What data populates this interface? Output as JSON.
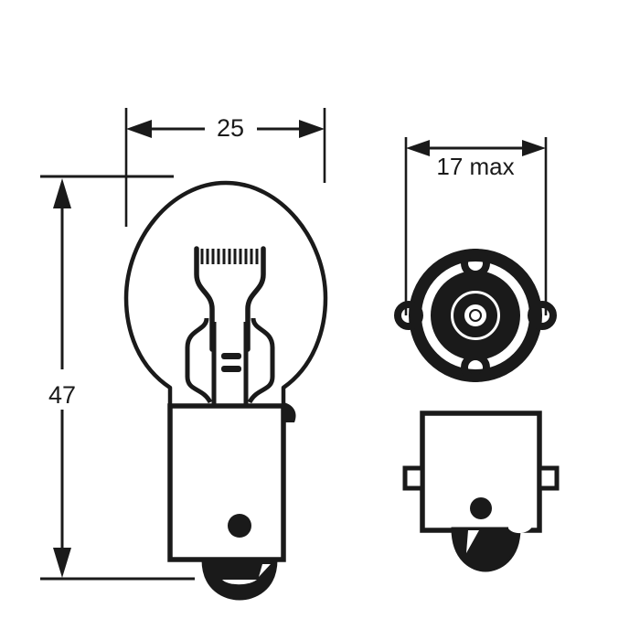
{
  "drawing": {
    "title": "Bayonet cap lamp technical dimension drawing",
    "background_color": "#ffffff",
    "line_color": "#1a1a1a",
    "units": "mm",
    "views": [
      {
        "name": "front-elevation",
        "description": "Lamp front view with glass envelope, filament and bayonet cap"
      },
      {
        "name": "base-end-view",
        "description": "Circular end view of bayonet cap showing contacts and side pins"
      },
      {
        "name": "cap-side-view",
        "description": "Side view of bayonet cap with lugs and contact"
      }
    ]
  },
  "dimensions": {
    "width": {
      "label": "25",
      "orientation": "horizontal",
      "view": "front-elevation"
    },
    "height": {
      "label": "47",
      "orientation": "vertical",
      "view": "front-elevation"
    },
    "cap_diameter": {
      "label": "17 max",
      "orientation": "horizontal",
      "view": "base-end-view"
    }
  },
  "features": {
    "envelope": "round pear-shaped glass bulb",
    "filament": "coiled filament with support wires",
    "cap": "single contact bayonet cap BA15s",
    "cap_pin": "side locating pin",
    "base_contact": "rounded solder contact"
  }
}
